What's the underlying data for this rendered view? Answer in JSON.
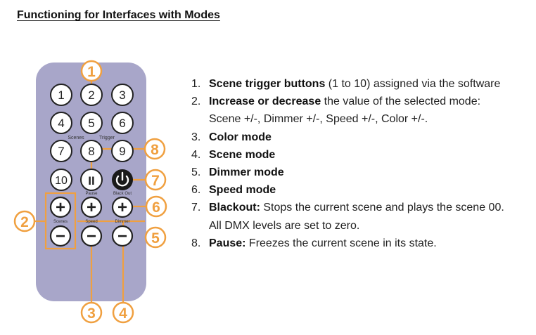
{
  "heading": "Functioning for Interfaces with Modes",
  "remote": {
    "number_buttons": [
      "1",
      "2",
      "3",
      "4",
      "5",
      "6",
      "7",
      "8",
      "9",
      "10"
    ],
    "small_labels": {
      "scenes_top": "Scenes",
      "trigger": "Trigger",
      "pause": "Pause",
      "blackout": "Black Out",
      "scenes_side": "Scenes",
      "speed": "Speed",
      "dimmer": "Dimmer"
    },
    "pause_glyph": "II",
    "plus_glyph": "+",
    "minus_glyph": "−",
    "callouts": [
      "1",
      "2",
      "3",
      "4",
      "5",
      "6",
      "7",
      "8"
    ],
    "colors": {
      "body": "#a8a6c9",
      "callout": "#f0a040",
      "button_border": "#222222",
      "power_button": "#1a1a1a"
    }
  },
  "list": [
    {
      "num": "1.",
      "bold": "Scene trigger buttons",
      "rest": " (1 to 10) assigned via the software",
      "cont": ""
    },
    {
      "num": "2.",
      "bold": "Increase or decrease",
      "rest": " the value of the selected mode:",
      "cont": "Scene +/-, Dimmer +/-, Speed +/-, Color +/-."
    },
    {
      "num": "3.",
      "bold": "Color mode",
      "rest": "",
      "cont": ""
    },
    {
      "num": "4.",
      "bold": "Scene mode",
      "rest": "",
      "cont": ""
    },
    {
      "num": "5.",
      "bold": "Dimmer mode",
      "rest": "",
      "cont": ""
    },
    {
      "num": "6.",
      "bold": "Speed mode",
      "rest": "",
      "cont": ""
    },
    {
      "num": "7.",
      "bold": "Blackout:",
      "rest": " Stops the current scene and plays the scene 00.",
      "cont": "All DMX levels are set to zero."
    },
    {
      "num": "8.",
      "bold": "Pause:",
      "rest": " Freezes the current scene in its state.",
      "cont": ""
    }
  ]
}
